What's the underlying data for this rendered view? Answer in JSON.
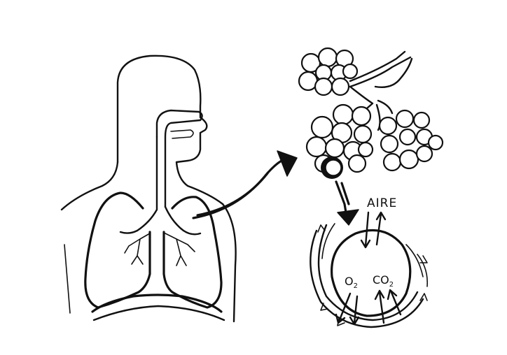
{
  "labels": {
    "air": "AIRE",
    "oxygen": "O",
    "oxygen_sub": "2",
    "carbon_dioxide": "CO",
    "carbon_dioxide_sub": "2"
  }
}
